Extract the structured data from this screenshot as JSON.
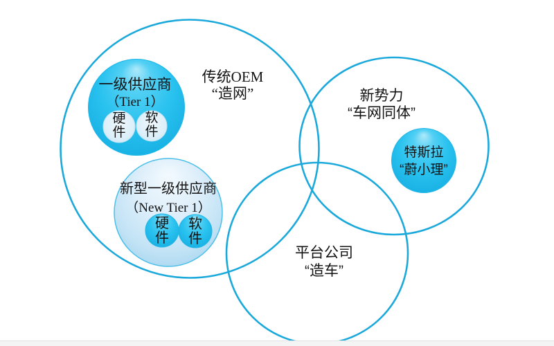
{
  "colors": {
    "outline": "#1ba9dc",
    "bright_top": "#aee9fa",
    "bright_hi": "#53d0f4",
    "bright_mid": "#2ac2ef",
    "bright_edge": "#17b0e3",
    "light_top": "#f3fafe",
    "light_mid": "#ddeefa",
    "light_deep": "#c2e3f5",
    "light_edge": "#a8d6ef",
    "text": "#121212",
    "footer": "#f4f4f5"
  },
  "labels": {
    "traditional_oem": {
      "line1": "传统OEM",
      "line2": "“造网”"
    },
    "tier1": {
      "line1": "一级供应商",
      "line2": "（Tier 1）"
    },
    "tier1_hardware": "硬件",
    "tier1_software": "软件",
    "new_tier1": {
      "line1": "新型一级供应商",
      "line2": "（New Tier 1）"
    },
    "new_tier1_hardware": "硬件",
    "new_tier1_software": "软件",
    "new_forces": {
      "line1": "新势力",
      "line2": "“车网同体”"
    },
    "tesla": {
      "line1": "特斯拉",
      "line2": "“蔚小理”"
    },
    "platform": {
      "line1": "平台公司",
      "line2": "“造车”"
    }
  }
}
